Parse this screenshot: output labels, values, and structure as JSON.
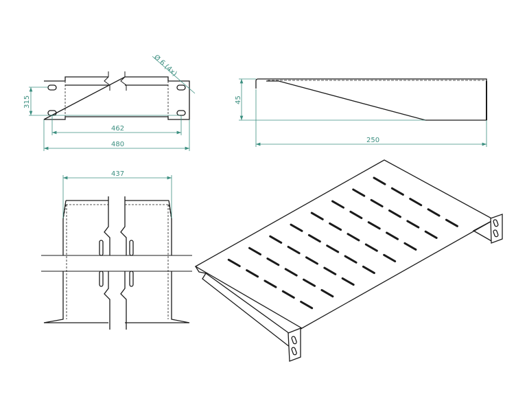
{
  "colors": {
    "line": "#1a1a1a",
    "dimension": "#3c8f80",
    "background": "#ffffff"
  },
  "front_view": {
    "hole_note": "Ø 6 (4x)",
    "height_dim": "315",
    "hole_spacing_dim": "462",
    "overall_width_dim": "480"
  },
  "side_view": {
    "height_dim": "45",
    "depth_dim": "250"
  },
  "plan_view": {
    "inner_width_dim": "437"
  }
}
